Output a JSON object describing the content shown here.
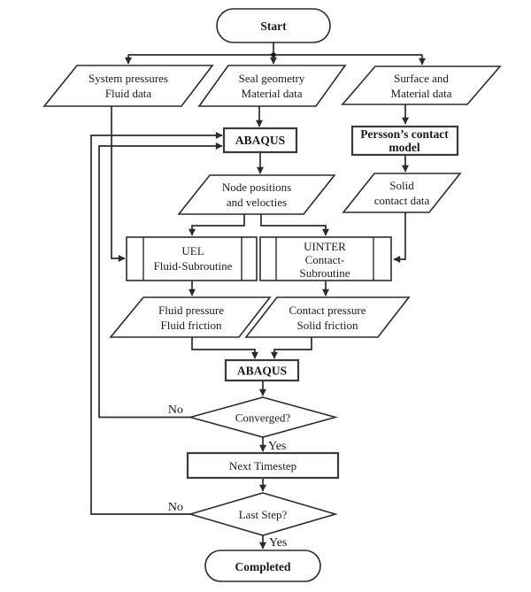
{
  "diagram": {
    "type": "flowchart",
    "description": "Simulation loop flowchart coupling ABAQUS with fluid and contact subroutines"
  },
  "colors": {
    "background": "#ffffff",
    "line": "#2b2b2b",
    "text": "#1a1a1a",
    "shape_fill": "#ffffff"
  },
  "nodes": {
    "start": {
      "shape": "terminator",
      "label": "Start"
    },
    "system_pressures": {
      "shape": "data",
      "lines": [
        "System pressures",
        "Fluid data"
      ]
    },
    "seal_geometry": {
      "shape": "data",
      "lines": [
        "Seal geometry",
        "Material data"
      ]
    },
    "surface_material": {
      "shape": "data",
      "lines": [
        "Surface and",
        "Material data"
      ]
    },
    "abaqus_1": {
      "shape": "process",
      "label": "ABAQUS"
    },
    "persson": {
      "shape": "process",
      "lines": [
        "Persson’s contact",
        "model"
      ]
    },
    "node_positions": {
      "shape": "data",
      "lines": [
        "Node positions",
        "and velocties"
      ]
    },
    "solid_contact": {
      "shape": "data",
      "lines": [
        "Solid",
        "contact data"
      ]
    },
    "uel": {
      "shape": "predefined-process",
      "lines": [
        "UEL",
        "Fluid-Subroutine"
      ]
    },
    "uinter": {
      "shape": "predefined-process",
      "lines": [
        "UINTER",
        "Contact-",
        "Subroutine"
      ]
    },
    "fluid_pressure": {
      "shape": "data",
      "lines": [
        "Fluid pressure",
        "Fluid friction"
      ]
    },
    "contact_pressure": {
      "shape": "data",
      "lines": [
        "Contact pressure",
        "Solid friction"
      ]
    },
    "abaqus_2": {
      "shape": "process",
      "label": "ABAQUS"
    },
    "converged": {
      "shape": "decision",
      "label": "Converged?"
    },
    "next_timestep": {
      "shape": "process",
      "label": "Next Timestep"
    },
    "last_step": {
      "shape": "decision",
      "label": "Last Step?"
    },
    "completed": {
      "shape": "terminator",
      "label": "Completed"
    }
  },
  "edge_labels": {
    "converged_no": "No",
    "converged_yes": "Yes",
    "last_step_no": "No",
    "last_step_yes": "Yes"
  }
}
